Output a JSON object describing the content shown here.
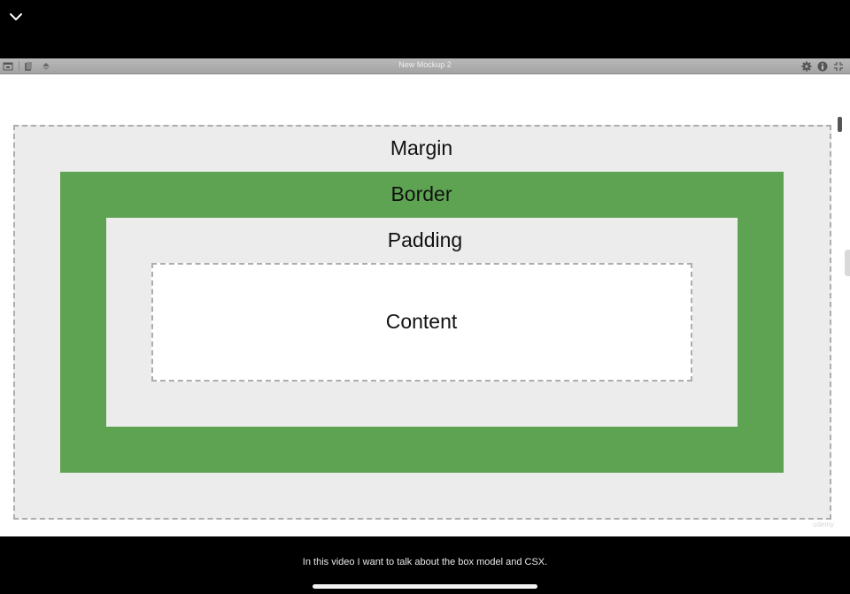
{
  "player": {
    "collapse_icon": "chevron-down-icon",
    "caption": "In this video I want to talk about the box model and CSX."
  },
  "mockup": {
    "title": "New Mockup 2",
    "toolbar_left_icons": [
      "window-icon",
      "pages-icon",
      "sort-icon"
    ],
    "toolbar_right_icons": [
      "gear-icon",
      "info-icon",
      "fullscreen-exit-icon"
    ],
    "watermark": "udemy"
  },
  "box_model": {
    "margin_label": "Margin",
    "border_label": "Border",
    "padding_label": "Padding",
    "content_label": "Content",
    "colors": {
      "margin": "#ececec",
      "border": "#5ea352",
      "padding": "#ececec",
      "content": "#ffffff",
      "dashed_outline": "#adadad"
    }
  }
}
